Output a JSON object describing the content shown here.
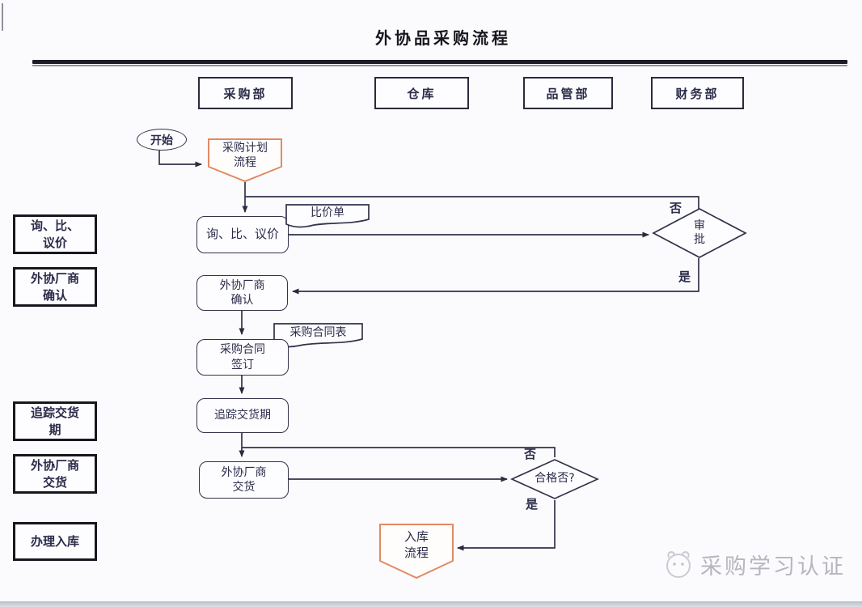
{
  "title": "外协品采购流程",
  "departments": [
    {
      "label": "采购部"
    },
    {
      "label": "仓库"
    },
    {
      "label": "品管部"
    },
    {
      "label": "财务部"
    }
  ],
  "left_labels": [
    {
      "label": "询、比、\n议价"
    },
    {
      "label": "外协厂商\n确认"
    },
    {
      "label": "追踪交货\n期"
    },
    {
      "label": "外协厂商\n交货"
    },
    {
      "label": "办理入库"
    }
  ],
  "flow": {
    "start": "开始",
    "plan": "采购计划\n流程",
    "inquiry": "询、比、议价",
    "price_note": "比价单",
    "approval": "审\n批",
    "approval_no": "否",
    "approval_yes": "是",
    "confirm": "外协厂商\n确认",
    "contract": "采购合同\n签订",
    "contract_note": "采购合同表",
    "track": "追踪交货期",
    "delivery": "外协厂商\n交货",
    "qualified": "合格否?",
    "qualified_no": "否",
    "qualified_yes": "是",
    "warehouse": "入库\n流程"
  },
  "watermark": {
    "text": "采购学习认证"
  },
  "colors": {
    "line": "#32324a",
    "box_border": "#2a2a3c",
    "lane_border": "#17171f",
    "accent_orange": "#e28a62",
    "watermark": "#b7b5bf"
  }
}
